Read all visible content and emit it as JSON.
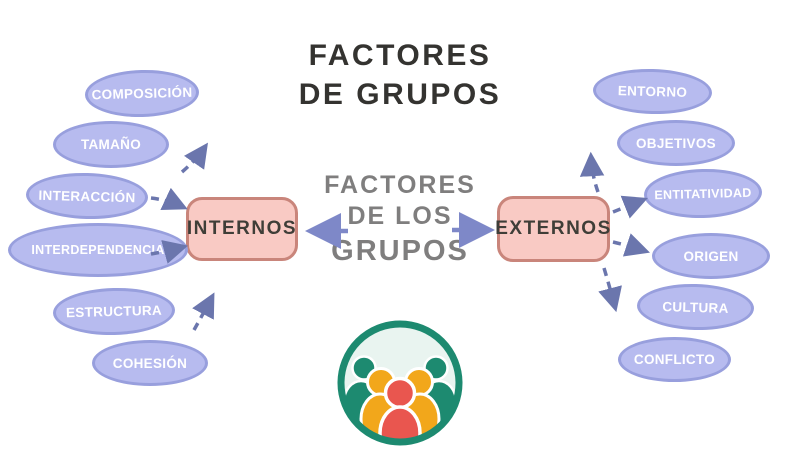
{
  "title": {
    "line1": "FACTORES",
    "line2": "DE GRUPOS"
  },
  "center_label": {
    "line1": "FACTORES",
    "line2": "DE LOS",
    "line3": "GRUPOS"
  },
  "branches": {
    "internos": {
      "label": "INTERNOS",
      "factors": [
        "COMPOSICIÓN",
        "TAMAÑO",
        "INTERACCIÓN",
        "INTERDEPENDENCIA",
        "ESTRUCTURA",
        "COHESIÓN"
      ]
    },
    "externos": {
      "label": "EXTERNOS",
      "factors": [
        "ENTORNO",
        "OBJETIVOS",
        "ENTITATIVIDAD",
        "ORIGEN",
        "CULTURA",
        "CONFLICTO"
      ]
    }
  },
  "colors": {
    "bubble_fill": "#b7bbef",
    "bubble_border": "#989fdd",
    "bubble_text": "#ffffff",
    "node_fill": "#f9cac4",
    "node_border": "#c9857b",
    "node_text": "#3f3e38",
    "title_text": "#343330",
    "center_text": "#7f7e7e",
    "arrow_dashed": "#6b76ad",
    "arrow_solid": "#7e88c8",
    "logo_teal": "#1d8a70",
    "logo_orange": "#f2a71b",
    "logo_red": "#e9564f",
    "logo_bg": "#e9f4f0"
  },
  "logo": {
    "name": "group-of-people-logo",
    "figures": [
      "teal",
      "teal",
      "orange",
      "orange",
      "red"
    ]
  }
}
